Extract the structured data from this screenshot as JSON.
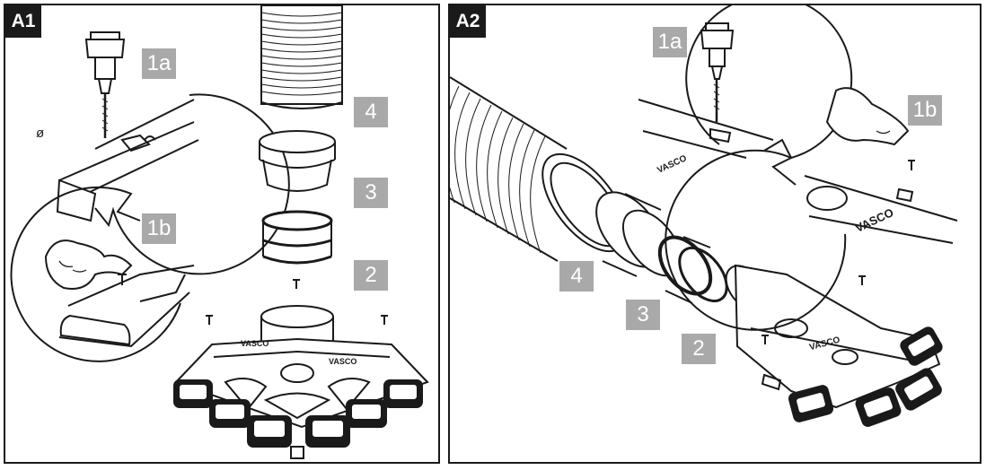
{
  "panels": [
    {
      "tag": "A1",
      "labels": {
        "step_1a": "1a",
        "step_1b": "1b",
        "step_2": "2",
        "step_3": "3",
        "step_4": "4"
      },
      "diameter_symbol": "ø",
      "brand_marks": [
        "VASCO",
        "VASCO"
      ]
    },
    {
      "tag": "A2",
      "labels": {
        "step_1a": "1a",
        "step_1b": "1b",
        "step_2": "2",
        "step_3": "3",
        "step_4": "4"
      },
      "brand_marks": [
        "VASCO",
        "VASCO",
        "VASCO"
      ]
    }
  ],
  "colors": {
    "frame": "#1a1a1a",
    "badge": "#a9a9a9",
    "badge_text": "#ffffff",
    "line": "#1a1a1a"
  }
}
